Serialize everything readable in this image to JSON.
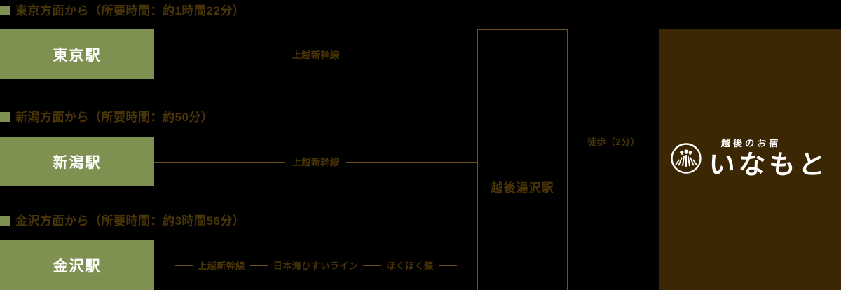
{
  "colors": {
    "background": "#000000",
    "station_box_green": "#7f9150",
    "line_brown": "#6b531a",
    "text_brown": "#4a3508",
    "panel_brown": "#3b2704",
    "white": "#ffffff"
  },
  "routes": [
    {
      "heading": "東京方面から（所要時間：約1時間22分）",
      "station": "東京駅",
      "segments": [
        {
          "type": "line",
          "label": "上越新幹線"
        }
      ]
    },
    {
      "heading": "新潟方面から（所要時間：約50分）",
      "station": "新潟駅",
      "segments": [
        {
          "type": "line",
          "label": "上越新幹線"
        }
      ]
    },
    {
      "heading": "金沢方面から（所要時間：約3時間56分）",
      "station": "金沢駅",
      "segments": [
        {
          "type": "line",
          "label": "上越新幹線"
        },
        {
          "type": "line",
          "label": "日本海ひすいライン"
        },
        {
          "type": "line",
          "label": "ほくほく線"
        }
      ]
    }
  ],
  "hub": {
    "label": "越後湯沢駅"
  },
  "walk": {
    "label": "徒歩（2分）"
  },
  "logo": {
    "crest_name": "family-crest-icon",
    "tagline": "越後のお宿",
    "name": "いなもと"
  }
}
